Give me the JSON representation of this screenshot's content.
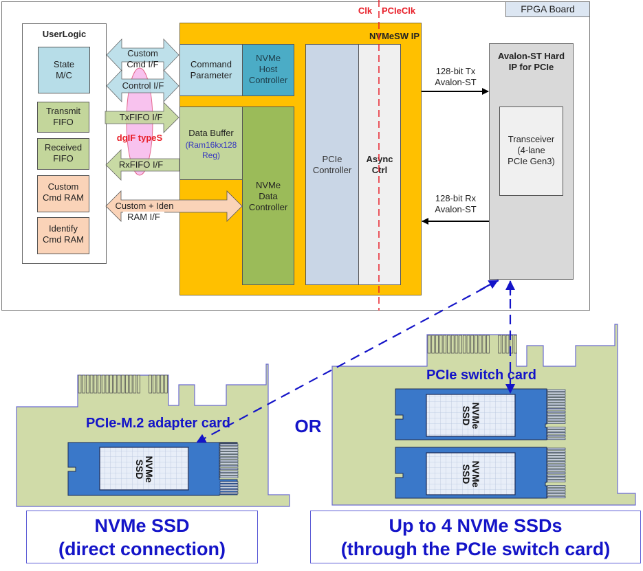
{
  "fpga_board": {
    "label": "FPGA Board"
  },
  "clock_domains": {
    "left": "Clk",
    "right": "PCIeClk"
  },
  "user_logic": {
    "title": "UserLogic",
    "blocks": [
      {
        "line1": "State",
        "line2": "M/C"
      },
      {
        "line1": "Transmit",
        "line2": "FIFO"
      },
      {
        "line1": "Received",
        "line2": "FIFO"
      },
      {
        "line1": "Custom",
        "line2": "Cmd RAM"
      },
      {
        "line1": "Identify",
        "line2": "Cmd RAM"
      }
    ]
  },
  "interfaces": {
    "custom_cmd": {
      "line1": "Custom",
      "line2": "Cmd I/F"
    },
    "control": {
      "line1": "Control I/F"
    },
    "txfifo": {
      "line1": "TxFIFO I/F"
    },
    "rxfifo": {
      "line1": "RxFIFO I/F"
    },
    "custom_iden": {
      "line1": "Custom + Iden",
      "line2": "RAM I/F"
    },
    "group_label": "dgIF typeS"
  },
  "nvmesw_ip": {
    "title": "NVMeSW IP",
    "command_parameter": {
      "line1": "Command",
      "line2": "Parameter"
    },
    "host_controller": {
      "line1": "NVMe",
      "line2": "Host",
      "line3": "Controller"
    },
    "data_buffer": {
      "line1": "Data Buffer",
      "line2": "(Ram16kx128",
      "line3": "Reg)"
    },
    "data_controller": {
      "line1": "NVMe",
      "line2": "Data",
      "line3": "Controller"
    },
    "pcie_controller": {
      "line1": "PCIe",
      "line2": "Controller"
    },
    "async_ctrl": {
      "line1": "Async",
      "line2": "Ctrl"
    }
  },
  "links": {
    "tx": {
      "line1": "128-bit Tx",
      "line2": "Avalon-ST"
    },
    "rx": {
      "line1": "128-bit Rx",
      "line2": "Avalon-ST"
    }
  },
  "hard_ip": {
    "title_line1": "Avalon-ST Hard",
    "title_line2": "IP for PCIe",
    "transceiver": {
      "line1": "Transceiver",
      "line2": "(4-lane",
      "line3": "PCIe Gen3)"
    }
  },
  "adapter_card": {
    "label": "PCIe-M.2 adapter card",
    "ssd": {
      "line1": "NVMe",
      "line2": "SSD"
    }
  },
  "or_label": "OR",
  "switch_card": {
    "label": "PCIe switch card",
    "ssds": [
      {
        "line1": "NVMe",
        "line2": "SSD"
      },
      {
        "line1": "NVMe",
        "line2": "SSD"
      }
    ]
  },
  "captions": {
    "left": {
      "line1": "NVMe SSD",
      "line2": "(direct connection)"
    },
    "right": {
      "line1": "Up to 4 NVMe SSDs",
      "line2": "(through the PCIe switch card)"
    }
  },
  "colors": {
    "nvmesw_bg": "#FFC000",
    "light_blue": "#B7DDE8",
    "teal": "#4BACC6",
    "light_green": "#C3D69B",
    "green": "#9BBB59",
    "peach": "#FAD3B8",
    "card_green": "#D0DBA8",
    "ssd_blue": "#3A78C9",
    "caption_blue": "#1414C8",
    "clock_red": "#E8202A"
  }
}
